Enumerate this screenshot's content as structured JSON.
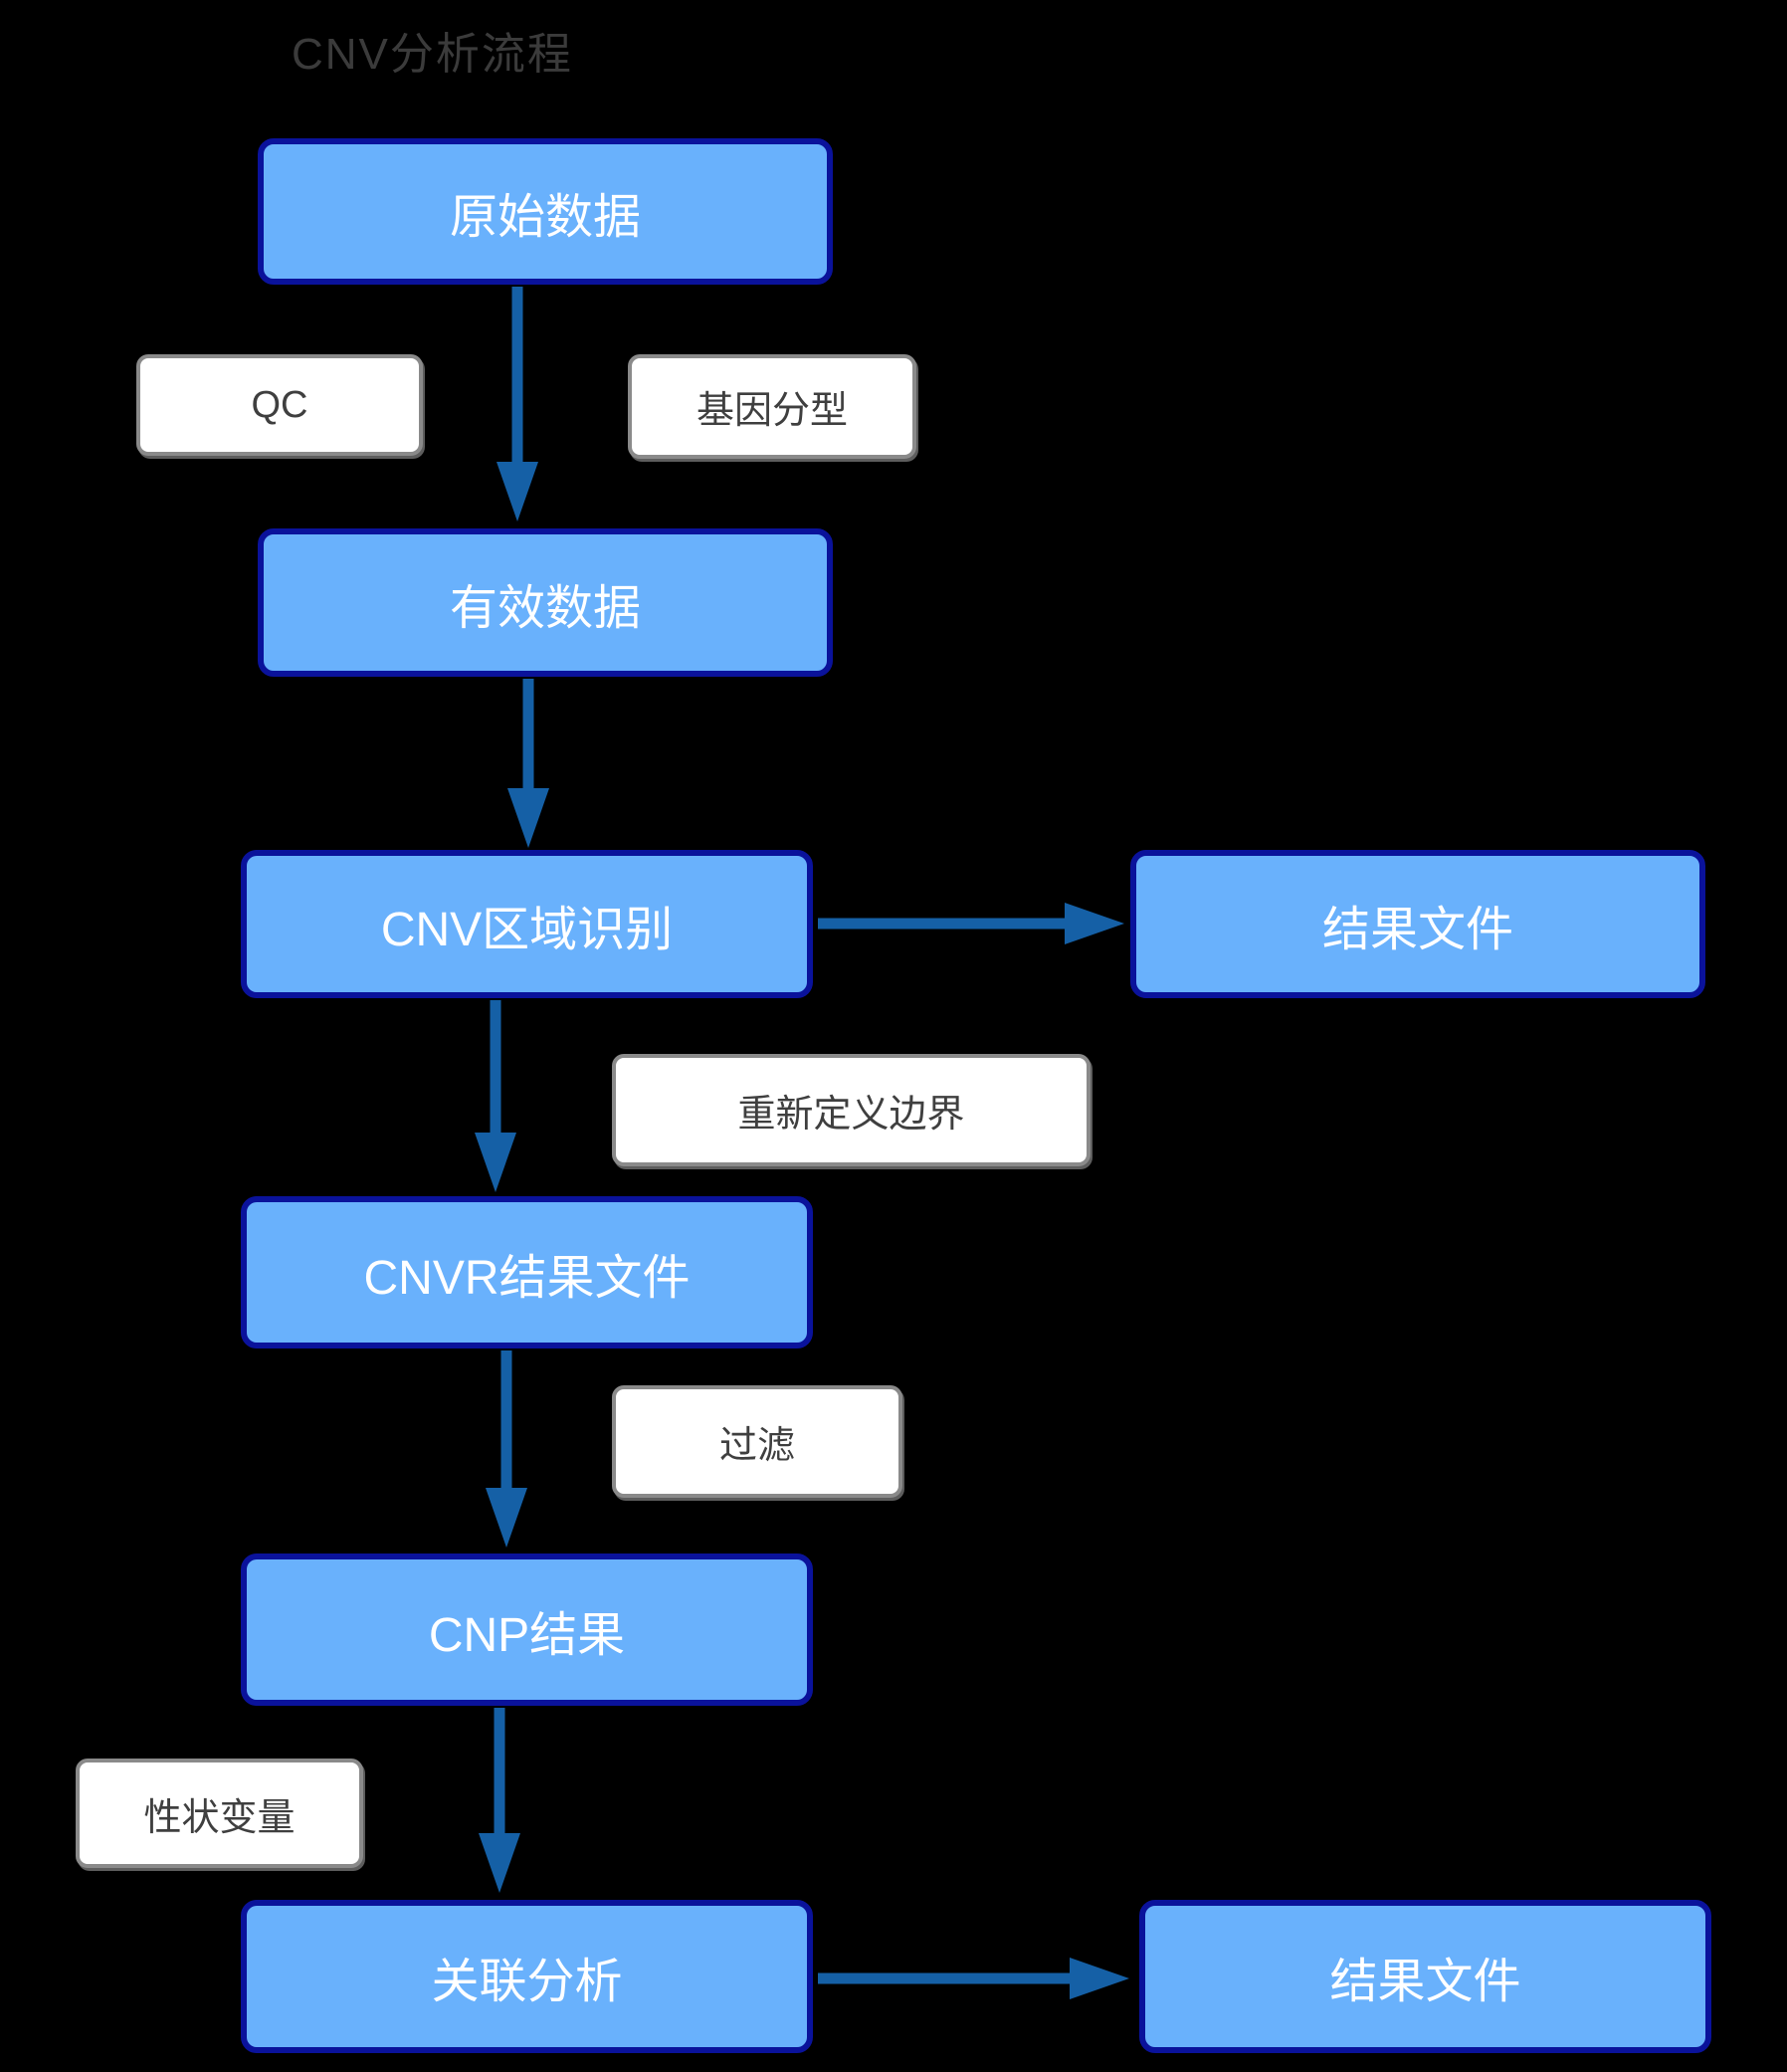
{
  "title": "CNV分析流程",
  "diagram": {
    "nodes": [
      {
        "id": "raw-data",
        "label": "原始数据"
      },
      {
        "id": "valid-data",
        "label": "有效数据"
      },
      {
        "id": "cnv-region-identification",
        "label": "CNV区域识别"
      },
      {
        "id": "result-file-1",
        "label": "结果文件"
      },
      {
        "id": "cnvr-result-file",
        "label": "CNVR结果文件"
      },
      {
        "id": "cnp-result",
        "label": "CNP结果"
      },
      {
        "id": "association-analysis",
        "label": "关联分析"
      },
      {
        "id": "result-file-2",
        "label": "结果文件"
      }
    ],
    "process_labels": [
      {
        "id": "qc",
        "label": "QC"
      },
      {
        "id": "genotyping",
        "label": "基因分型"
      },
      {
        "id": "redefine-boundary",
        "label": "重新定义边界"
      },
      {
        "id": "filter",
        "label": "过滤"
      },
      {
        "id": "trait-variable",
        "label": "性状变量"
      }
    ],
    "edges": [
      {
        "from": "原始数据",
        "to": "有效数据",
        "labels": [
          "QC",
          "基因分型"
        ]
      },
      {
        "from": "有效数据",
        "to": "CNV区域识别",
        "labels": []
      },
      {
        "from": "CNV区域识别",
        "to": "结果文件",
        "labels": []
      },
      {
        "from": "CNV区域识别",
        "to": "CNVR结果文件",
        "labels": [
          "重新定义边界"
        ]
      },
      {
        "from": "CNVR结果文件",
        "to": "CNP结果",
        "labels": [
          "过滤"
        ]
      },
      {
        "from": "CNP结果",
        "to": "关联分析",
        "labels": [
          "性状变量"
        ]
      },
      {
        "from": "关联分析",
        "to": "结果文件",
        "labels": []
      }
    ],
    "colors": {
      "background": "#000000",
      "node_fill": "#69b1fc",
      "node_border": "#0a129b",
      "node_text": "#ffffff",
      "label_fill": "#ffffff",
      "label_border": "#8a8a8a",
      "label_text": "#3f3f3f",
      "arrow": "#1560a6",
      "title_text": "#3b3b3b"
    }
  }
}
